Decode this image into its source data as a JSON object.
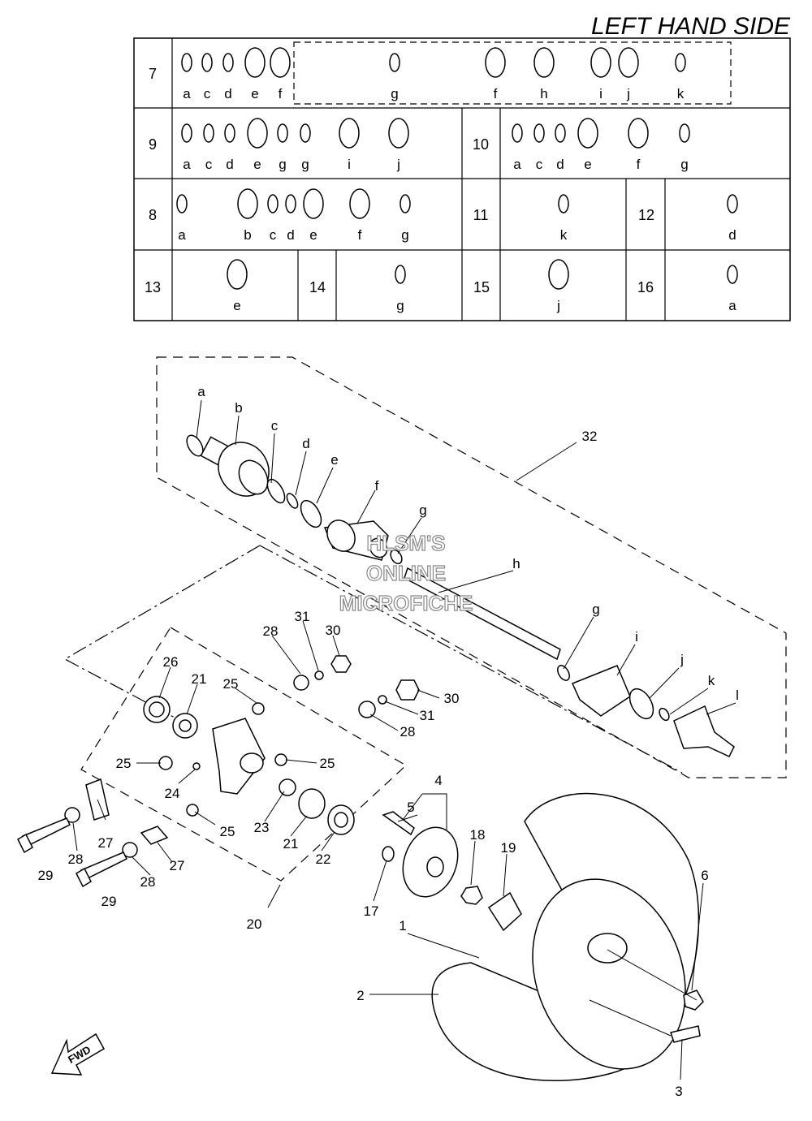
{
  "title": "LEFT HAND SIDE",
  "watermark": [
    "HLSM'S",
    "ONLINE",
    "MICROFICHE"
  ],
  "fwd_label": "FWD",
  "table": {
    "rows": [
      {
        "cells": [
          {
            "no": "7",
            "letters": [
              "a",
              "c",
              "d",
              "e",
              "f",
              "g",
              "f",
              "h",
              "i",
              "j",
              "k"
            ]
          }
        ]
      },
      {
        "cells": [
          {
            "no": "9",
            "letters": [
              "a",
              "c",
              "d",
              "e",
              "g",
              "g",
              "i",
              "j"
            ]
          },
          {
            "no": "10",
            "letters": [
              "a",
              "c",
              "d",
              "e",
              "f",
              "g"
            ]
          }
        ]
      },
      {
        "cells": [
          {
            "no": "8",
            "letters": [
              "a",
              "b",
              "c",
              "d",
              "e",
              "f",
              "g"
            ]
          },
          {
            "no": "11",
            "letters": [
              "k"
            ]
          },
          {
            "no": "12",
            "letters": [
              "d"
            ]
          }
        ]
      },
      {
        "cells": [
          {
            "no": "13",
            "letters": [
              "e"
            ]
          },
          {
            "no": "14",
            "letters": [
              "g"
            ]
          },
          {
            "no": "15",
            "letters": [
              "j"
            ]
          },
          {
            "no": "16",
            "letters": [
              "a"
            ]
          }
        ]
      }
    ]
  },
  "callouts": {
    "shaft_letters": [
      "a",
      "b",
      "c",
      "d",
      "e",
      "f",
      "g",
      "h",
      "g",
      "i",
      "j",
      "k",
      "l"
    ],
    "numbers": [
      "32",
      "26",
      "21",
      "25",
      "28",
      "31",
      "30",
      "30",
      "31",
      "28",
      "25",
      "25",
      "24",
      "27",
      "25",
      "23",
      "21",
      "22",
      "28",
      "29",
      "27",
      "28",
      "29",
      "20",
      "4",
      "5",
      "17",
      "18",
      "19",
      "1",
      "2",
      "6",
      "3"
    ]
  }
}
